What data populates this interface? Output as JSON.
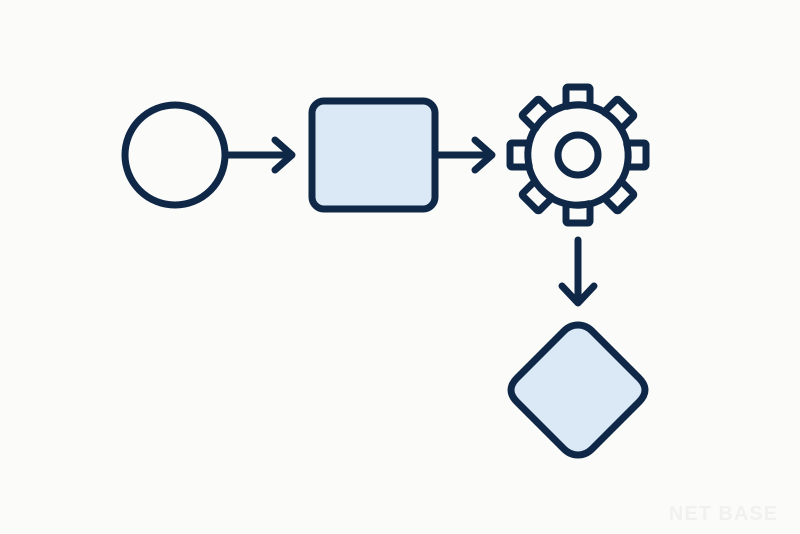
{
  "diagram": {
    "nodes": [
      {
        "id": "start",
        "kind": "start-event",
        "icon": "circle"
      },
      {
        "id": "task",
        "kind": "task",
        "icon": "rounded-rectangle"
      },
      {
        "id": "process",
        "kind": "service-task",
        "icon": "gear-icon"
      },
      {
        "id": "decision",
        "kind": "gateway",
        "icon": "diamond"
      }
    ],
    "edges": [
      {
        "from": "start",
        "to": "task"
      },
      {
        "from": "task",
        "to": "process"
      },
      {
        "from": "process",
        "to": "decision"
      }
    ],
    "colors": {
      "stroke": "#0f2847",
      "fill": "#dbe8f6",
      "background": "#fbfbfa",
      "watermark": "#f1f1f0"
    }
  },
  "watermark": {
    "text": "NET BASE"
  }
}
